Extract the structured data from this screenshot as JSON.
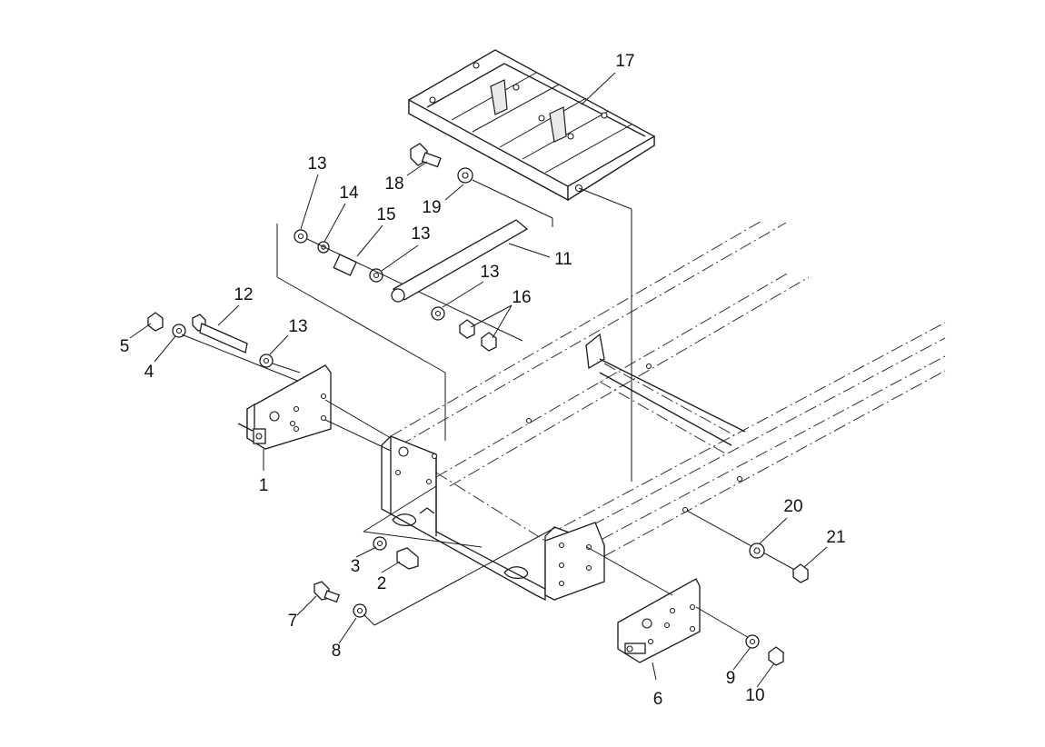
{
  "diagram": {
    "callouts": {
      "c1": "1",
      "c2": "2",
      "c3": "3",
      "c4": "4",
      "c5": "5",
      "c6": "6",
      "c7": "7",
      "c8": "8",
      "c9": "9",
      "c10": "10",
      "c11": "11",
      "c12": "12",
      "c13a": "13",
      "c13b": "13",
      "c13c": "13",
      "c13d": "13",
      "c14": "14",
      "c15": "15",
      "c16": "16",
      "c17": "17",
      "c18": "18",
      "c19": "19",
      "c20": "20",
      "c21": "21"
    }
  }
}
